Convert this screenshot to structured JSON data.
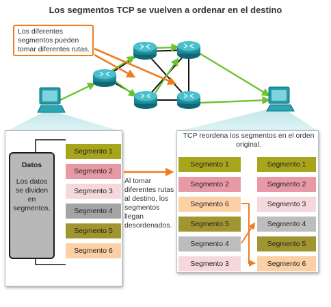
{
  "title": "Los segmentos TCP se vuelven a ordenar en el destino",
  "note": "Los diferentes segmentos pueden tomar diferentes rutas.",
  "data_box": {
    "title": "Datos",
    "text": "Los datos se dividen en segmentos."
  },
  "middle_note": "Al tomar diferentes rutas al destino, los segmentos llegan desordenados.",
  "right_title": "TCP reordena los segmentos en el orden original.",
  "left_segments": [
    {
      "label": "Segmento 1",
      "color": "#a7a51b"
    },
    {
      "label": "Segmento 2",
      "color": "#e79aa6"
    },
    {
      "label": "Segmento 3",
      "color": "#f6d8dc"
    },
    {
      "label": "Segmento 4",
      "color": "#a4a4a4"
    },
    {
      "label": "Segmento 5",
      "color": "#a19530"
    },
    {
      "label": "Segmento 6",
      "color": "#fbd0a4"
    }
  ],
  "received_segments": [
    {
      "label": "Segmento 1",
      "color": "#a7a51b"
    },
    {
      "label": "Segmento 2",
      "color": "#e79aa6"
    },
    {
      "label": "Segmento 6",
      "color": "#fbd0a4"
    },
    {
      "label": "Segmento 5",
      "color": "#a19530"
    },
    {
      "label": "Segmento 4",
      "color": "#bdbdbd"
    },
    {
      "label": "Segmento 3",
      "color": "#f6d8dc"
    }
  ],
  "ordered_segments": [
    {
      "label": "Segmento 1",
      "color": "#a7a51b"
    },
    {
      "label": "Segmento 2",
      "color": "#e79aa6"
    },
    {
      "label": "Segmento 3",
      "color": "#f6d8dc"
    },
    {
      "label": "Segmento 4",
      "color": "#bdbdbd"
    },
    {
      "label": "Segmento 5",
      "color": "#a19530"
    },
    {
      "label": "Segmento 6",
      "color": "#fbd0a4"
    }
  ],
  "colors": {
    "orange_arrow": "#ee7d22",
    "green_arrow": "#6ec232",
    "router": "#1b8f9e",
    "pc": "#1f9aa8"
  }
}
